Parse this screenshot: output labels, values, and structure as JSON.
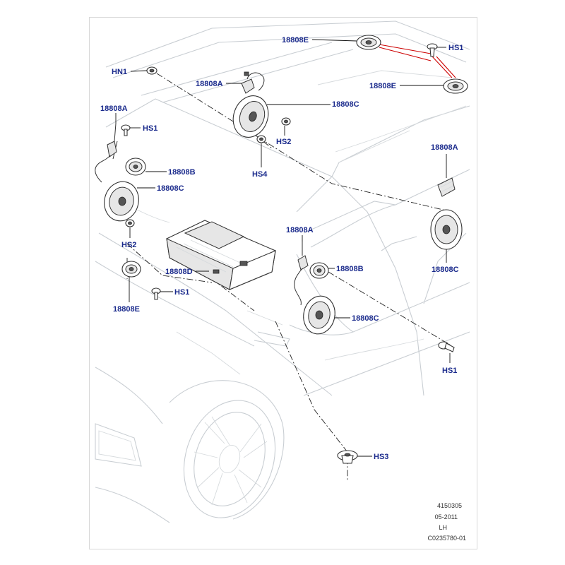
{
  "callouts": {
    "hn1": "HN1",
    "hs1_top": "HS1",
    "a_top": "18808A",
    "c_top": "18808C",
    "hs2_top": "HS2",
    "hs4": "HS4",
    "e_top1": "18808E",
    "e_top2": "18808E",
    "a_left": "18808A",
    "hs1_left": "HS1",
    "b_left": "18808B",
    "c_left": "18808C",
    "hs2_left": "HS2",
    "d_amp": "18808D",
    "e_left": "18808E",
    "hs1_lower": "HS1",
    "a_right": "18808A",
    "c_right": "18808C",
    "a_center": "18808A",
    "b_center": "18808B",
    "c_center": "18808C",
    "hs1_right": "HS1",
    "hs3": "HS3"
  },
  "footer": {
    "line1": "4150305",
    "line2": "05-2011",
    "line3": "LH",
    "line4": "C0235780-01"
  },
  "colors": {
    "callout_text": "#1a2a8c",
    "highlight_line": "#cc0000",
    "car_outline": "#c9ced3"
  }
}
